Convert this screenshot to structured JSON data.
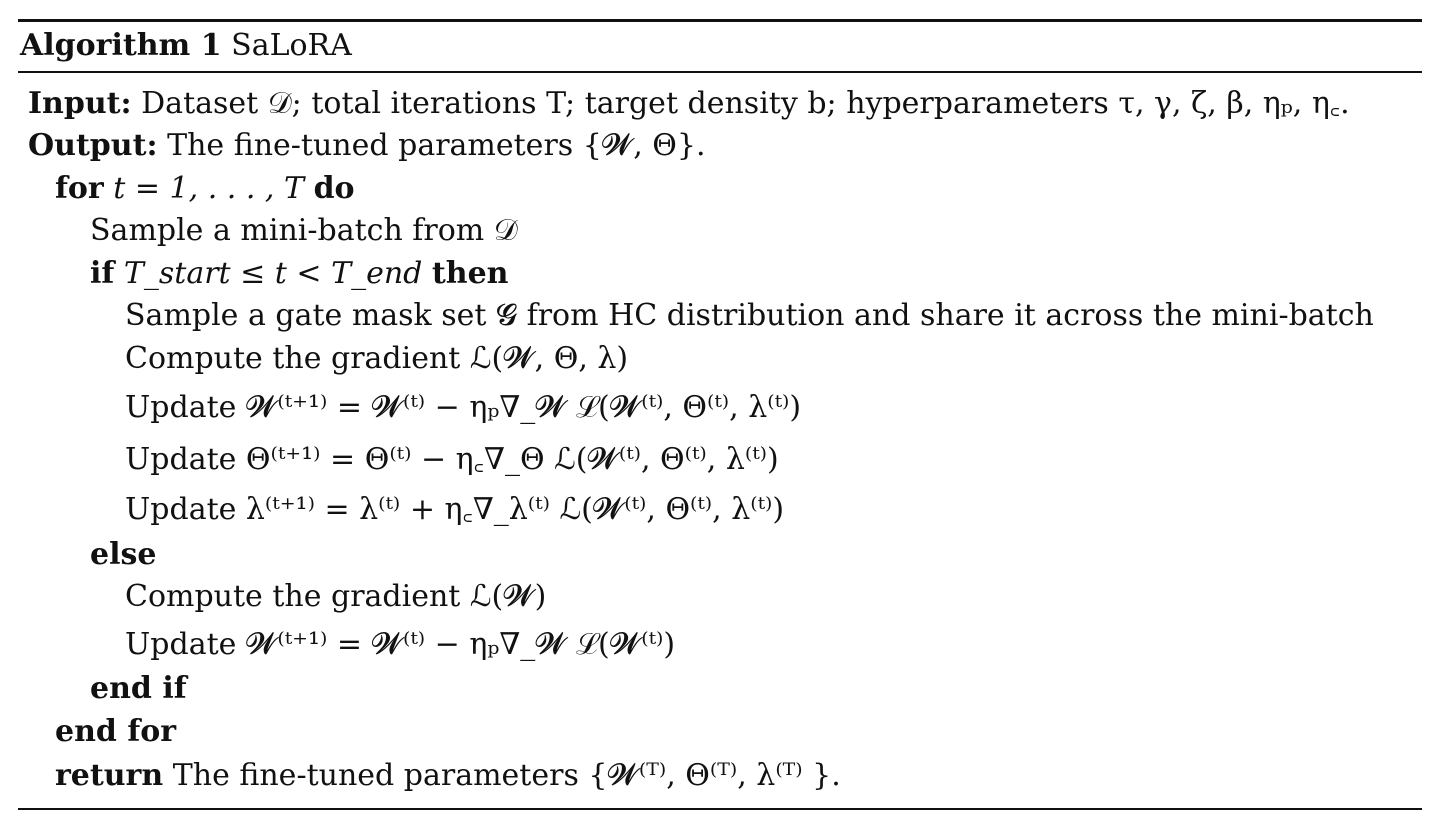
{
  "algorithm": {
    "label": "Algorithm 1",
    "name": "SaLoRA"
  },
  "io": {
    "input_kw": "Input:",
    "input_text": "Dataset 𝒟; total iterations T; target density b; hyperparameters τ, γ, ζ, β, ηₚ, η꜀.",
    "output_kw": "Output:",
    "output_text": "The fine-tuned parameters {𝓦, Θ}."
  },
  "lines": [
    {
      "id": "for",
      "kw_start": "for",
      "math": "t = 1, . . . , T",
      "kw_end": "do"
    },
    {
      "id": "sample-batch",
      "text": "Sample a mini-batch from 𝒟"
    },
    {
      "id": "if",
      "kw_start": "if",
      "math": "T_start ≤ t < T_end",
      "kw_end": "then"
    },
    {
      "id": "sample-gate",
      "text": "Sample a gate mask set 𝓖 from HC distribution and share it across the mini-batch"
    },
    {
      "id": "compute-grad-1",
      "text": "Compute the gradient ℒ(𝓦, Θ, λ)"
    },
    {
      "id": "update-w-1",
      "text": "Update 𝓦⁽ᵗ⁺¹⁾ = 𝓦⁽ᵗ⁾ − ηₚ∇_𝓦 ℒ(𝓦⁽ᵗ⁾, Θ⁽ᵗ⁾, λ⁽ᵗ⁾)"
    },
    {
      "id": "update-theta",
      "text": "Update Θ⁽ᵗ⁺¹⁾ = Θ⁽ᵗ⁾ − η꜀∇_Θ ℒ(𝓦⁽ᵗ⁾, Θ⁽ᵗ⁾, λ⁽ᵗ⁾)"
    },
    {
      "id": "update-lambda",
      "text": "Update λ⁽ᵗ⁺¹⁾ = λ⁽ᵗ⁾ + η꜀∇_λ⁽ᵗ⁾ ℒ(𝓦⁽ᵗ⁾, Θ⁽ᵗ⁾, λ⁽ᵗ⁾)"
    },
    {
      "id": "else",
      "kw_start": "else"
    },
    {
      "id": "compute-grad-2",
      "text": "Compute the gradient ℒ(𝓦)"
    },
    {
      "id": "update-w-2",
      "text": "Update 𝓦⁽ᵗ⁺¹⁾ = 𝓦⁽ᵗ⁾ − ηₚ∇_𝓦 ℒ(𝓦⁽ᵗ⁾)"
    },
    {
      "id": "end-if",
      "kw_start": "end if"
    },
    {
      "id": "end-for",
      "kw_start": "end for"
    },
    {
      "id": "return",
      "kw_start": "return",
      "text": "The fine-tuned parameters {𝓦⁽ᵀ⁾, Θ⁽ᵀ⁾, λ⁽ᵀ⁾ }."
    }
  ]
}
